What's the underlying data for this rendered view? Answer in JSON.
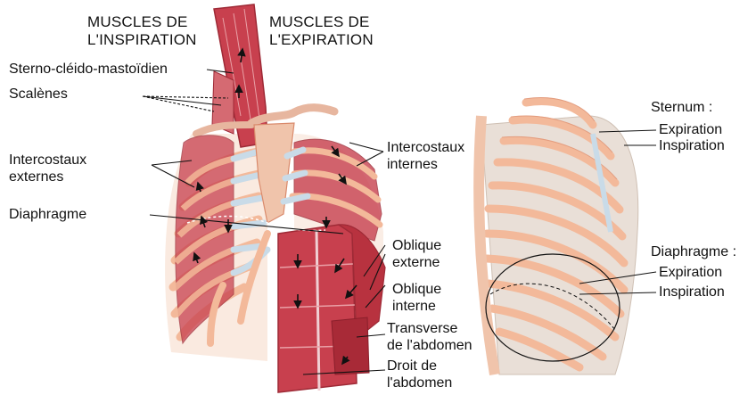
{
  "headings": {
    "inspiration_line1": "MUSCLES DE",
    "inspiration_line2": "L'INSPIRATION",
    "expiration_line1": "MUSCLES DE",
    "expiration_line2": "L'EXPIRATION"
  },
  "labels": {
    "sternocleido": "Sterno-cléido-mastoïdien",
    "scalenes": "Scalènes",
    "intercostaux_externes": "Intercostaux\nexternes",
    "diaphragme": "Diaphragme",
    "intercostaux_internes": "Intercostaux\ninternes",
    "oblique_externe": "Oblique\nexterne",
    "oblique_interne": "Oblique\ninterne",
    "transverse": "Transverse\nde l'abdomen",
    "droit": "Droit de\nl'abdomen",
    "sternum": "Sternum :",
    "sternum_expiration": "Expiration",
    "sternum_inspiration": "Inspiration",
    "diaphragme_right": "Diaphragme :",
    "diaphragme_expiration": "Expiration",
    "diaphragme_inspiration": "Inspiration"
  },
  "colors": {
    "muscle": "#c8404e",
    "muscle_dark": "#9e2a36",
    "rib": "#f3b99a",
    "rib_edge": "#d98a6c",
    "cartilage": "#c9dbe8",
    "bone_shadow": "#e9cbb7"
  }
}
